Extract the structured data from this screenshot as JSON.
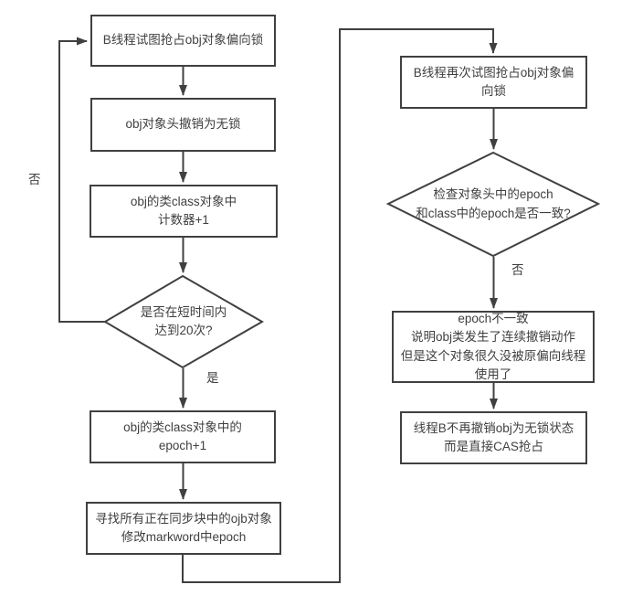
{
  "colors": {
    "stroke": "#404040",
    "text": "#3f3f3f",
    "node_fill": "#ffffff",
    "background": "#ffffff"
  },
  "nodes": {
    "left_start": "B线程试图抢占obj对象偏向锁",
    "left_revoke": "obj对象头撤销为无锁",
    "left_counter": "obj的类class对象中\n计数器+1",
    "left_decision": "是否在短时间内\n达到20次?",
    "left_epoch": "obj的类class对象中的\nepoch+1",
    "left_scan": "寻找所有正在同步块中的ojb对象\n修改markword中epoch",
    "right_retry": "B线程再次试图抢占obj对象偏\n向锁",
    "right_decision": "检查对象头中的epoch\n和class中的epoch是否一致?",
    "right_explain": "epoch不一致\n说明obj类发生了连续撤销动作\n但是这个对象很久没被原偏向线程\n使用了",
    "right_cas": "线程B不再撤销obj为无锁状态\n而是直接CAS抢占"
  },
  "edge_labels": {
    "loop_no": "否",
    "yes": "是",
    "no": "否"
  }
}
